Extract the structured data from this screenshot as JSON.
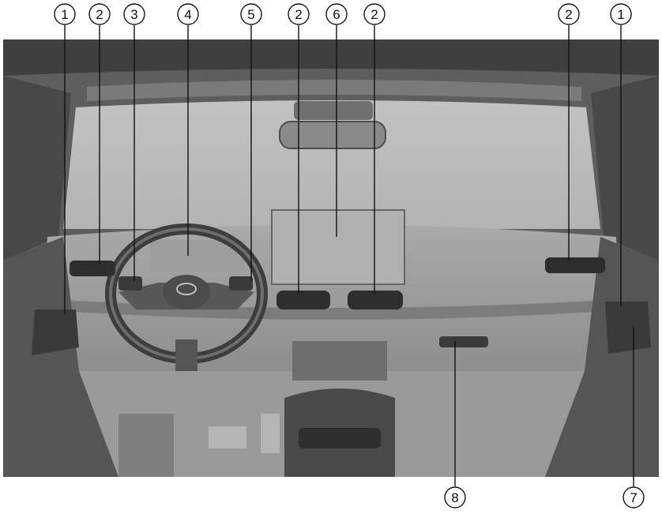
{
  "callouts": {
    "top": [
      "1",
      "2",
      "3",
      "4",
      "5",
      "2",
      "6",
      "2",
      "2",
      "1"
    ],
    "bottom": [
      "8",
      "7"
    ]
  },
  "colors": {
    "background": "#ffffff",
    "interior_dark": "#4a4a4a",
    "interior_mid": "#8c8c8c",
    "windshield": "#b9b9b9",
    "screen": "#b0b0b0",
    "line": "#111111"
  }
}
